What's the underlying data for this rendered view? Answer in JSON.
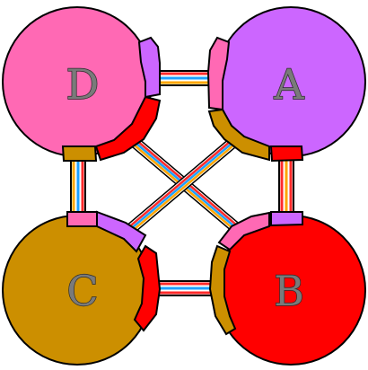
{
  "nodes": [
    {
      "id": "D",
      "label": "D",
      "color": "#ff69b4"
    },
    {
      "id": "A",
      "label": "A",
      "color": "#cc66ff"
    },
    {
      "id": "C",
      "label": "C",
      "color": "#cc8f00"
    },
    {
      "id": "B",
      "label": "B",
      "color": "#ff0000"
    }
  ],
  "edge_colors": {
    "stripe_a": "#ff2a2a",
    "stripe_b": "#1ea0ff",
    "stripe_c": "#ffa500"
  },
  "outline_color": "#000000"
}
